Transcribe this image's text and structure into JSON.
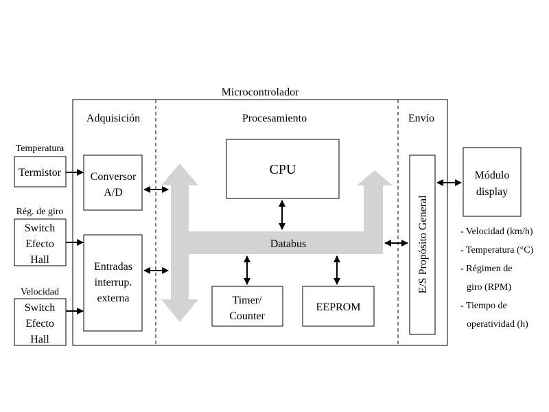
{
  "diagram": {
    "title": "Microcontrolador",
    "sections": {
      "acquisition": "Adquisición",
      "processing": "Procesamiento",
      "sending": "Envío"
    },
    "inputs": {
      "temperature_label": "Temperatura",
      "temperature_sensor": "Termistor",
      "rpm_label": "Rég. de giro",
      "rpm_sensor": [
        "Switch",
        "Efecto",
        "Hall"
      ],
      "speed_label": "Velocidad",
      "speed_sensor": [
        "Switch",
        "Efecto",
        "Hall"
      ]
    },
    "blocks": {
      "adc": [
        "Conversor",
        "A/D"
      ],
      "interrupts": [
        "Entradas",
        "interrup.",
        "externa"
      ],
      "cpu": "CPU",
      "databus": "Databus",
      "timer": [
        "Timer/",
        "Counter"
      ],
      "eeprom": "EEPROM",
      "gpio": "E/S Propósito General"
    },
    "display": {
      "name": [
        "Módulo",
        "display"
      ],
      "outputs": [
        "- Velocidad (km/h)",
        "- Temperatura (°C)",
        "- Régimen de",
        "giro (RPM)",
        "- Tiempo de",
        "operatividad (h)"
      ]
    },
    "colors": {
      "bus": "#d3d3d3",
      "line": "#000000"
    }
  }
}
